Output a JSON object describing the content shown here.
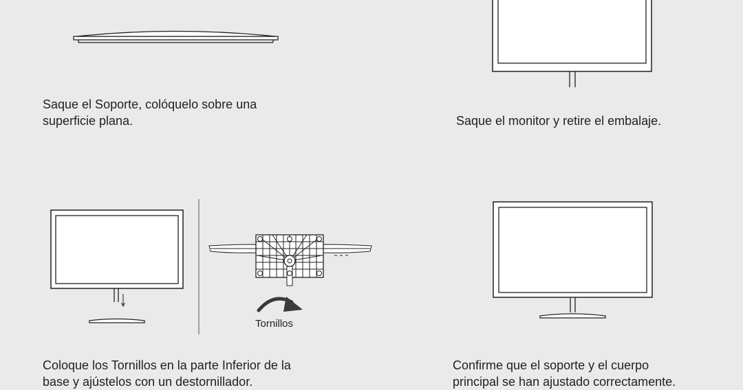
{
  "steps": {
    "stand": {
      "caption": [
        "Saque el Soporte, colóquelo sobre una",
        "superficie plana."
      ]
    },
    "monitor": {
      "caption": [
        "Saque el monitor y retire el embalaje."
      ]
    },
    "screws": {
      "caption": [
        "Coloque los Tornillos en la parte Inferior de la",
        "base y ajústelos con un destornillador."
      ],
      "label": "Tornillos"
    },
    "confirm": {
      "caption": [
        "Confirme que el soporte y el cuerpo",
        "principal se han ajustado correctamente."
      ]
    }
  },
  "colors": {
    "background": "#eaeaea",
    "line": "#231f20",
    "arrow": "#3a3a3a"
  }
}
